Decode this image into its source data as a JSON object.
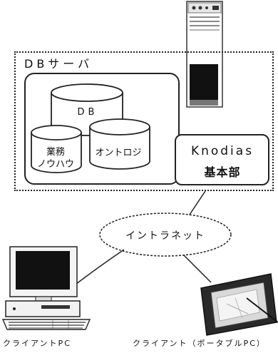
{
  "db_server": {
    "label": "DBサーバ"
  },
  "database": {
    "label": "DB"
  },
  "business_knowhow": {
    "line1": "業務",
    "line2": "ノウハウ"
  },
  "ontology": {
    "label": "オントロジ"
  },
  "knodias": {
    "name": "Knodias",
    "part": "基本部"
  },
  "intranet": {
    "label": "イントラネット"
  },
  "clients": {
    "desktop_pc": "クライアントPC",
    "portable_pc": "クライアント（ポータブルPC）"
  }
}
